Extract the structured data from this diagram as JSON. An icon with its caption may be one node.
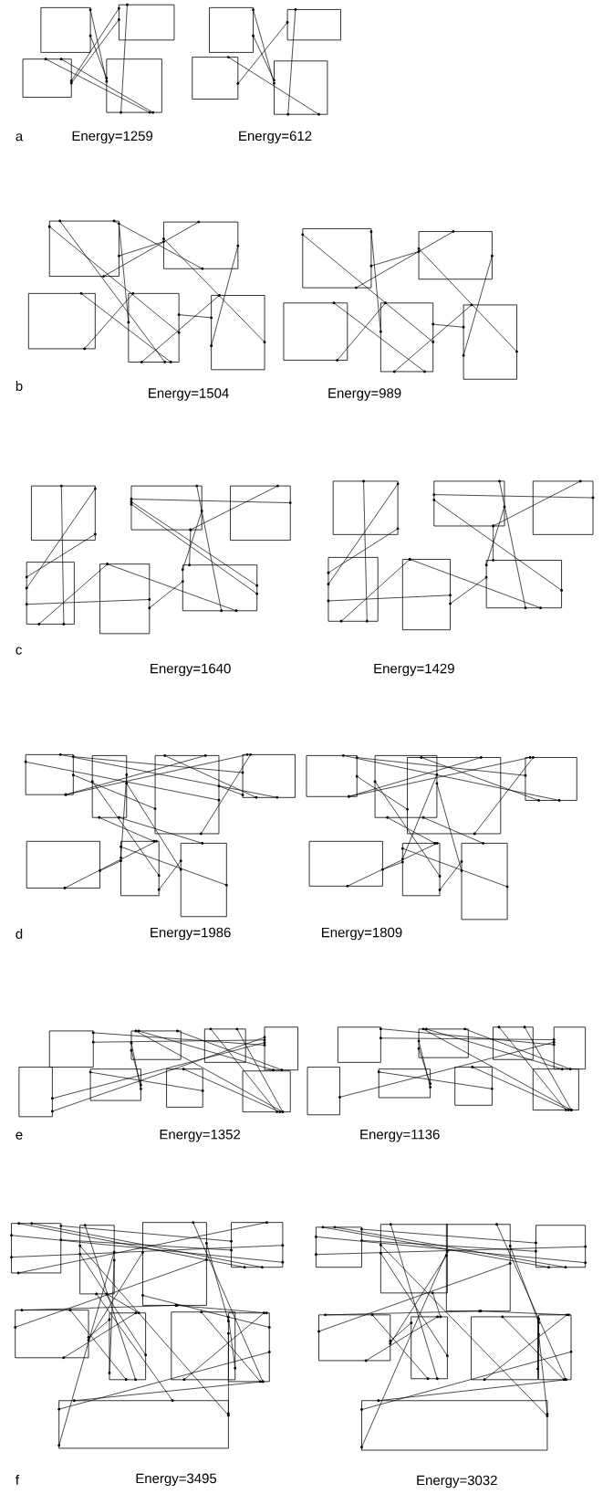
{
  "diagram": {
    "labels": [
      "a",
      "Energy=1259",
      "Energy=612",
      "b",
      "Energy=1504",
      "Energy=989",
      "c",
      "Energy=1640",
      "Energy=1429",
      "d",
      "Energy=1986",
      "Energy=1809",
      "e",
      "Energy=1352",
      "Energy=1136",
      "f",
      "Energy=3495",
      "Energy=3032"
    ]
  }
}
